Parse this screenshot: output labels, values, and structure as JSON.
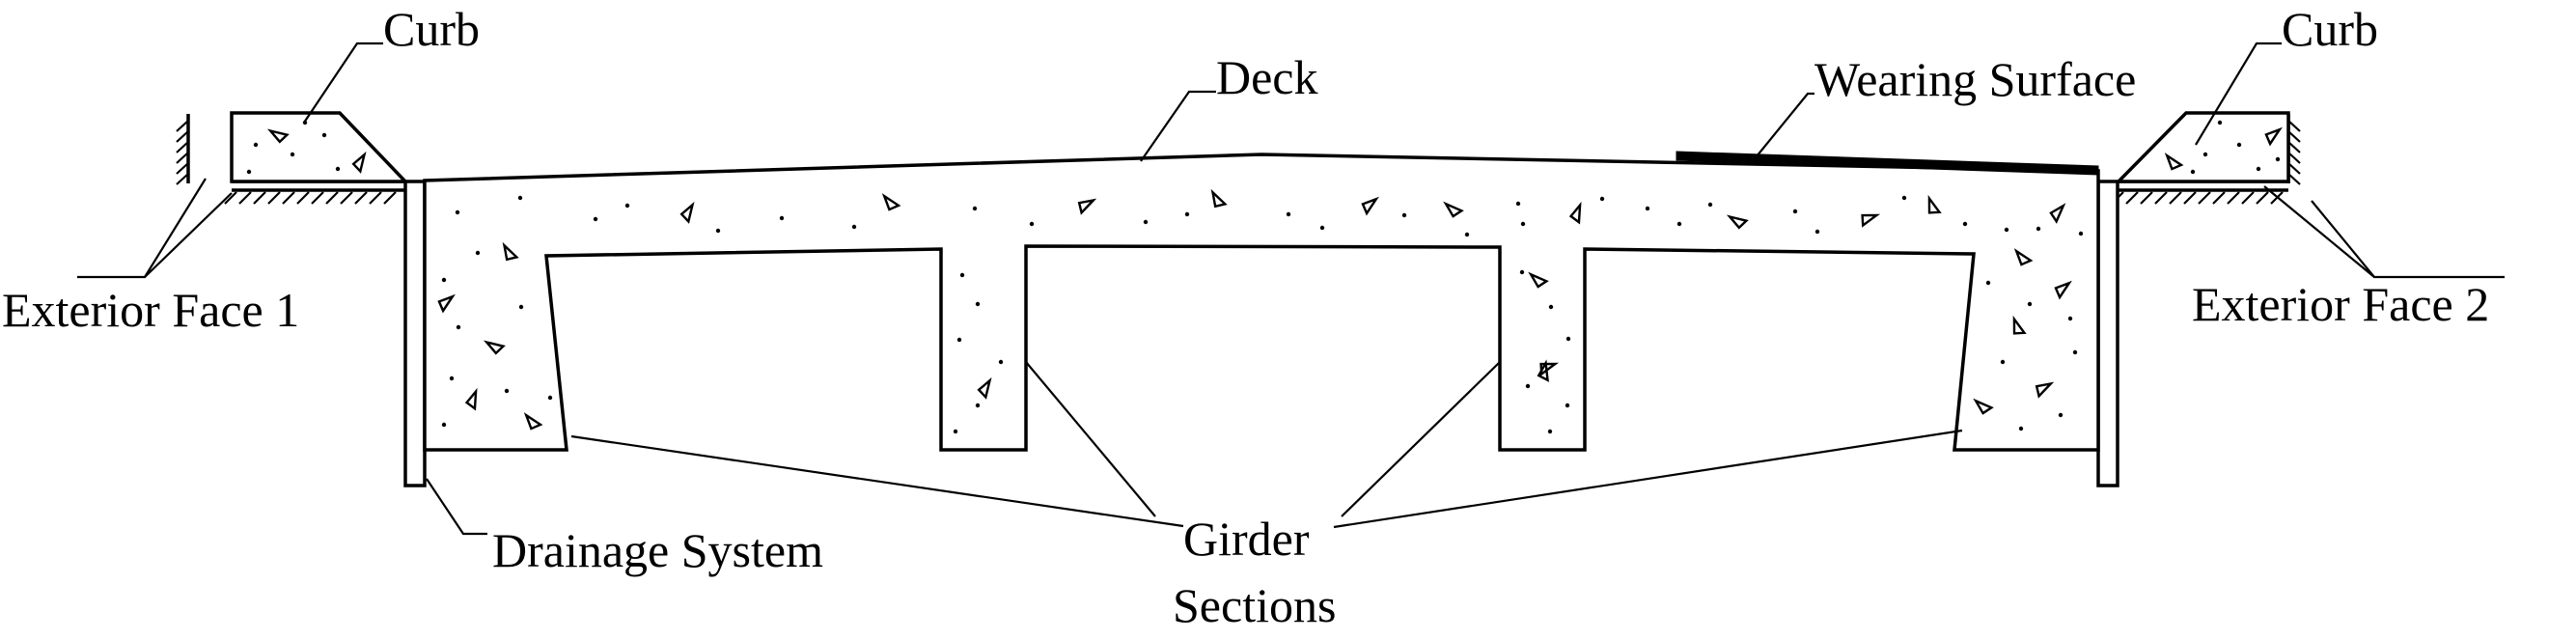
{
  "labels": {
    "curb_left": "Curb",
    "curb_right": "Curb",
    "deck": "Deck",
    "wearing_surface": "Wearing Surface",
    "exterior_face_1": "Exterior Face 1",
    "exterior_face_2": "Exterior Face 2",
    "drainage_system": "Drainage System",
    "girder_line1": "Girder",
    "girder_line2": "Sections"
  },
  "colors": {
    "ink": "#000000",
    "background": "#ffffff"
  }
}
